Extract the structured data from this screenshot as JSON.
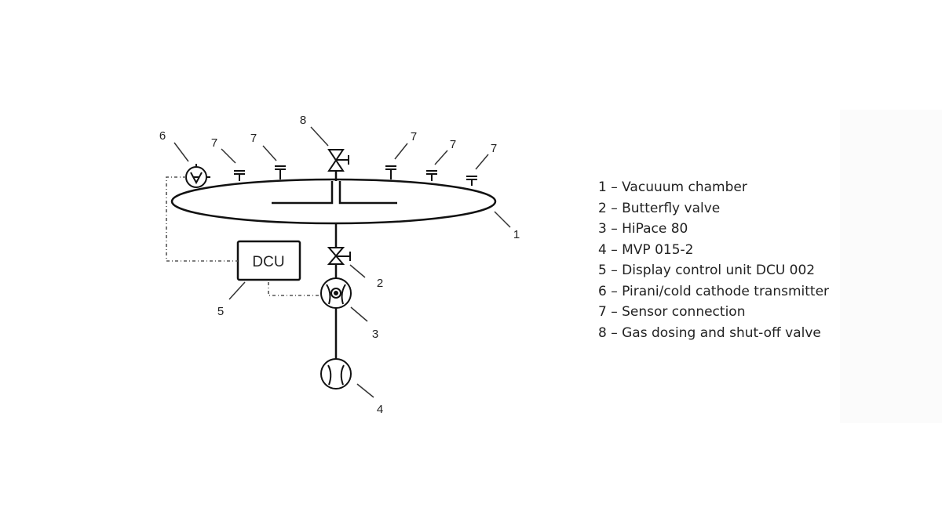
{
  "diagram": {
    "dcu_label": "DCU",
    "callouts": {
      "chamber": "1",
      "butterfly_valve": "2",
      "turbo_pump": "3",
      "backing_pump": "4",
      "dcu": "5",
      "gauge": "6",
      "sensor": "7",
      "gas_valve": "8"
    }
  },
  "legend": [
    "1 – Vacuuum chamber",
    "2 – Butterfly valve",
    "3 – HiPace 80",
    "4 – MVP 015-2",
    "5 – Display control unit DCU 002",
    "6 – Pirani/cold cathode transmitter",
    "7 – Sensor connection",
    "8 – Gas dosing and shut-off valve"
  ]
}
